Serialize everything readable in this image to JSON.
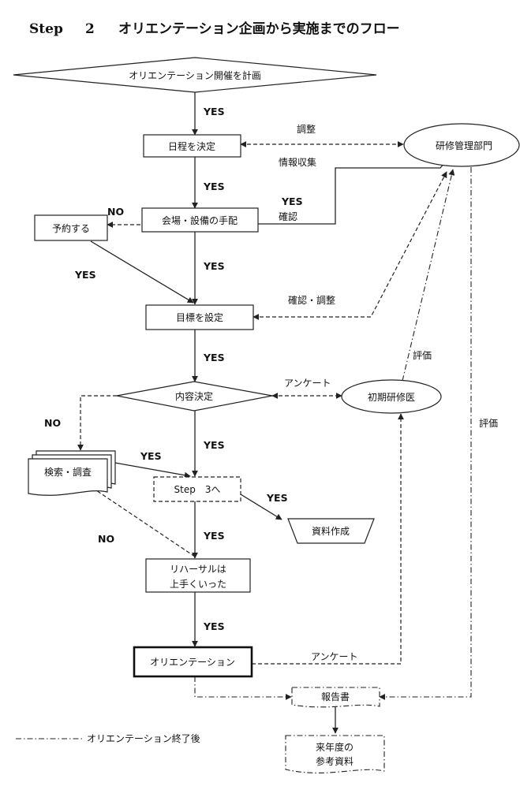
{
  "title": {
    "step": "Step",
    "num": "2",
    "text": "オリエンテーション企画から実施までのフロー"
  },
  "nodes": {
    "plan": "オリエンテーション開催を計画",
    "schedule": "日程を決定",
    "venue": "会場・設備の手配",
    "reserve": "予約する",
    "goal": "目標を設定",
    "content": "内容決定",
    "search": "検索・調査",
    "step3": "Step　3へ",
    "materials": "資料作成",
    "rehearsal_1": "リハーサルは",
    "rehearsal_2": "上手くいった",
    "orientation": "オリエンテーション",
    "report": "報告書",
    "next_year_1": "来年度の",
    "next_year_2": "参考資料",
    "dept": "研修管理部門",
    "resident": "初期研修医"
  },
  "labels": {
    "yes": "YES",
    "no": "NO",
    "adjust": "調整",
    "info": "情報収集",
    "confirm": "確認",
    "confirm_adjust": "確認・調整",
    "survey": "アンケート",
    "evaluation": "評価"
  },
  "legend": {
    "text": "オリエンテーション終了後"
  }
}
